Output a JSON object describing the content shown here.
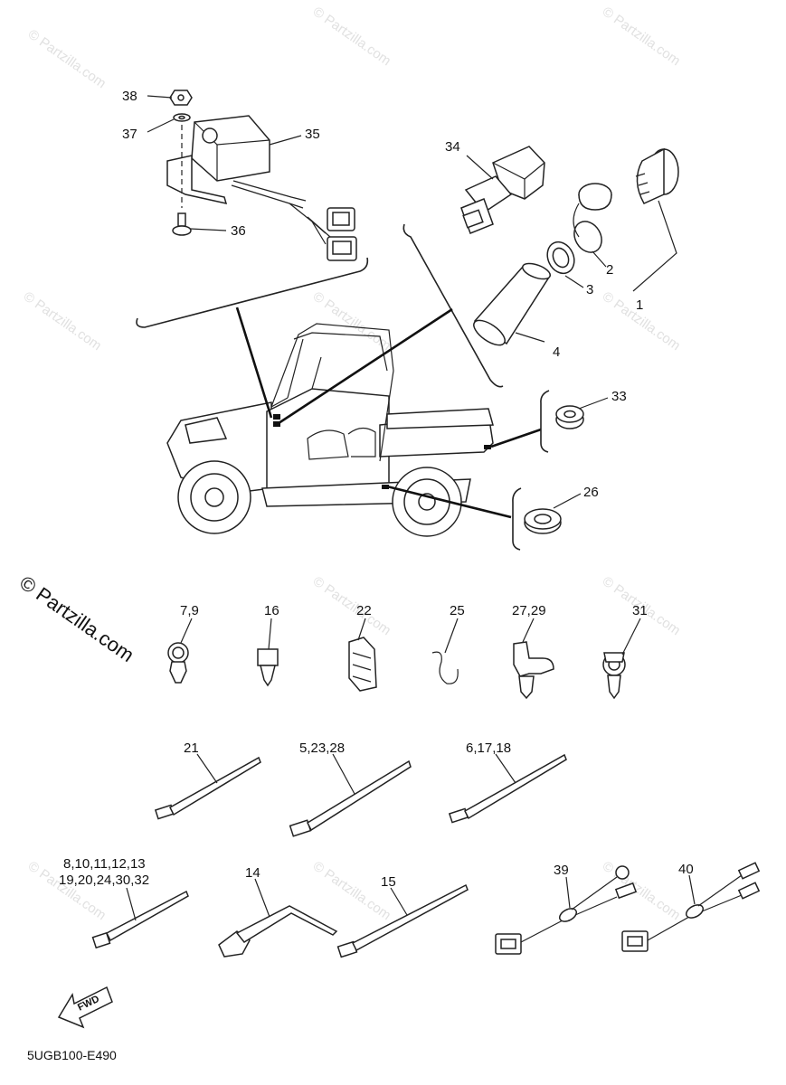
{
  "watermark": {
    "site": "© Partzilla.com",
    "side_text": "© Partzilla.com"
  },
  "diagram_code": "5UGB100-E490",
  "fwd_label": "FWD",
  "callouts": {
    "p38": "38",
    "p37": "37",
    "p35": "35",
    "p36": "36",
    "p34": "34",
    "p2": "2",
    "p3": "3",
    "p1": "1",
    "p4": "4",
    "p33": "33",
    "p26": "26",
    "p7_9": "7,9",
    "p16": "16",
    "p22": "22",
    "p25": "25",
    "p27_29": "27,29",
    "p31": "31",
    "p21": "21",
    "p5_23_28": "5,23,28",
    "p6_17_18": "6,17,18",
    "p8_line1": "8,10,11,12,13",
    "p8_line2": "19,20,24,30,32",
    "p14": "14",
    "p15": "15",
    "p39": "39",
    "p40": "40"
  }
}
